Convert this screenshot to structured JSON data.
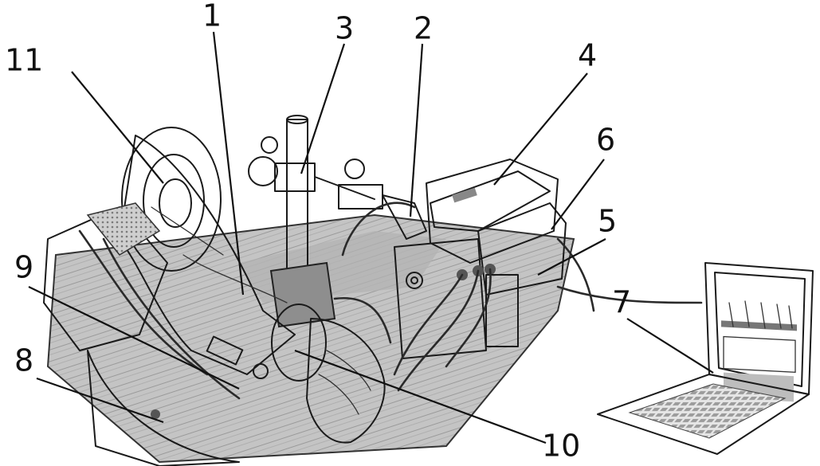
{
  "callouts": [
    {
      "id": "label-1",
      "text": "1"
    },
    {
      "id": "label-2",
      "text": "2"
    },
    {
      "id": "label-3",
      "text": "3"
    },
    {
      "id": "label-4",
      "text": "4"
    },
    {
      "id": "label-5",
      "text": "5"
    },
    {
      "id": "label-6",
      "text": "6"
    },
    {
      "id": "label-7",
      "text": "7"
    },
    {
      "id": "label-8",
      "text": "8"
    },
    {
      "id": "label-9",
      "text": "9"
    },
    {
      "id": "label-10",
      "text": "10"
    },
    {
      "id": "label-11",
      "text": "11"
    }
  ],
  "colors": {
    "ink": "#111111",
    "platform": "#bdbdbd",
    "device_body": "#d6d6d6",
    "arm": "#c8c8c8",
    "screen": "#e4e4e4"
  }
}
